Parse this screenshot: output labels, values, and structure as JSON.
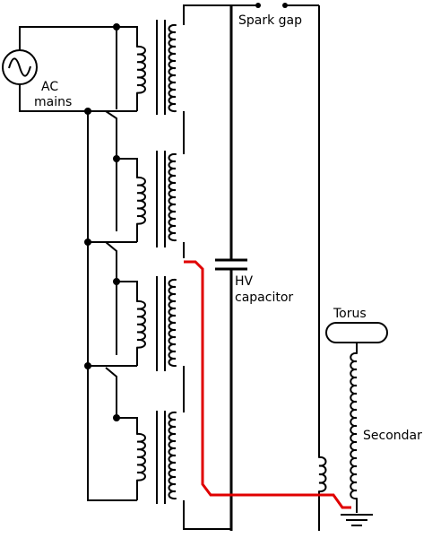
{
  "labels": {
    "spark_gap": "Spark gap",
    "ac": "AC",
    "mains": "mains",
    "hv": "HV",
    "capacitor": "capacitor",
    "torus": "Torus",
    "secondary": "Secondar"
  },
  "colors": {
    "wire": "#000000",
    "highlight": "#e00000"
  },
  "icons": [
    "ac-source-icon",
    "spark-gap-icon",
    "capacitor-icon",
    "ground-icon",
    "torus-icon"
  ]
}
